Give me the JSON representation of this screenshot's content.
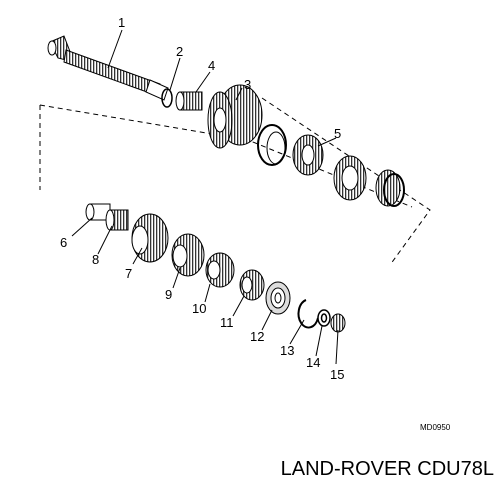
{
  "diagram": {
    "drawing_code": "MD0950",
    "parts": [
      {
        "number": "1",
        "name": "input shaft"
      },
      {
        "number": "2",
        "name": "ring"
      },
      {
        "number": "3",
        "name": "gear"
      },
      {
        "number": "4",
        "name": "needle bearing"
      },
      {
        "number": "5",
        "name": "synchro assembly"
      },
      {
        "number": "6",
        "name": "sleeve"
      },
      {
        "number": "7",
        "name": "gear"
      },
      {
        "number": "8",
        "name": "needle bearing"
      },
      {
        "number": "9",
        "name": "gear"
      },
      {
        "number": "10",
        "name": "gear"
      },
      {
        "number": "11",
        "name": "needle bearing"
      },
      {
        "number": "12",
        "name": "bearing"
      },
      {
        "number": "13",
        "name": "circlip"
      },
      {
        "number": "14",
        "name": "washer"
      },
      {
        "number": "15",
        "name": "nut"
      }
    ]
  },
  "caption": "LAND-ROVER CDU78L"
}
